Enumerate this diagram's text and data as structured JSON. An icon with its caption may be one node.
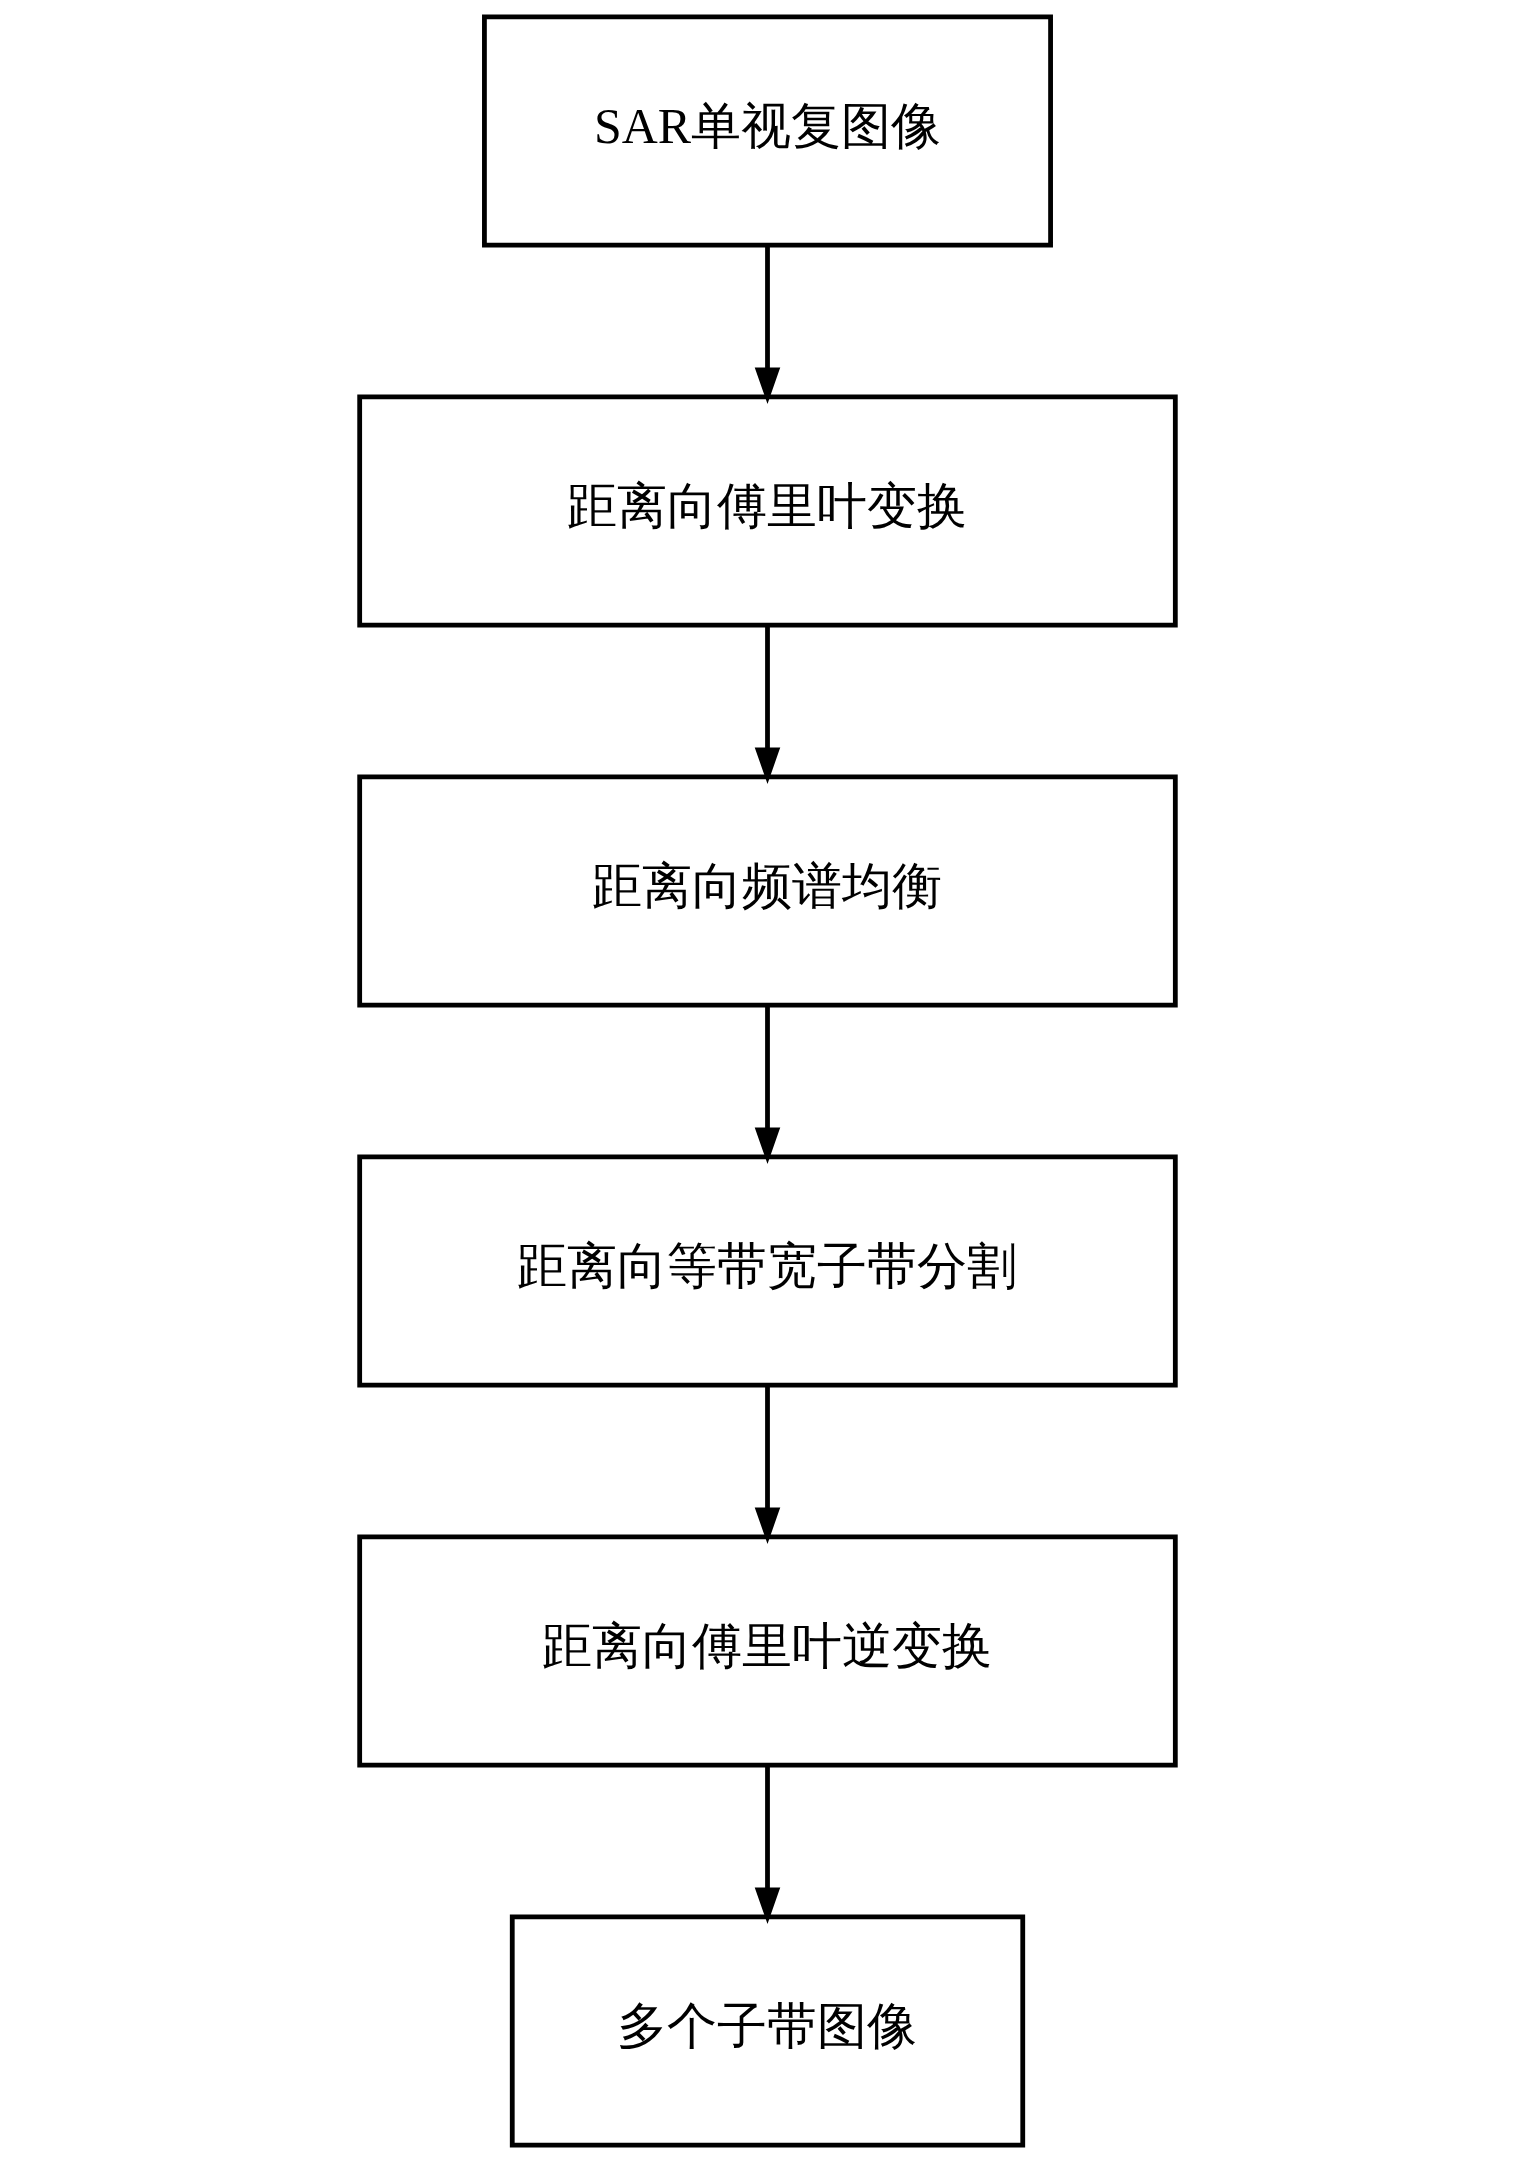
{
  "diagram": {
    "nodes": [
      {
        "text": [
          "SAR单视复图像"
        ]
      },
      {
        "text": [
          "距离向傅里叶变换"
        ]
      },
      {
        "text": [
          "距离向频谱均衡"
        ]
      },
      {
        "text": [
          "距离向等带宽子带分割"
        ]
      },
      {
        "text": [
          "距离向傅里叶逆变换"
        ]
      },
      {
        "text": [
          "多个子带图像"
        ]
      }
    ],
    "edges": [
      {
        "from": 0,
        "to": 1,
        "arrow": "to"
      },
      {
        "from": 1,
        "to": 2,
        "arrow": "to"
      },
      {
        "from": 2,
        "to": 3,
        "arrow": "to"
      },
      {
        "from": 3,
        "to": 4,
        "arrow": "to"
      },
      {
        "from": 4,
        "to": 5,
        "arrow": "to"
      }
    ]
  }
}
